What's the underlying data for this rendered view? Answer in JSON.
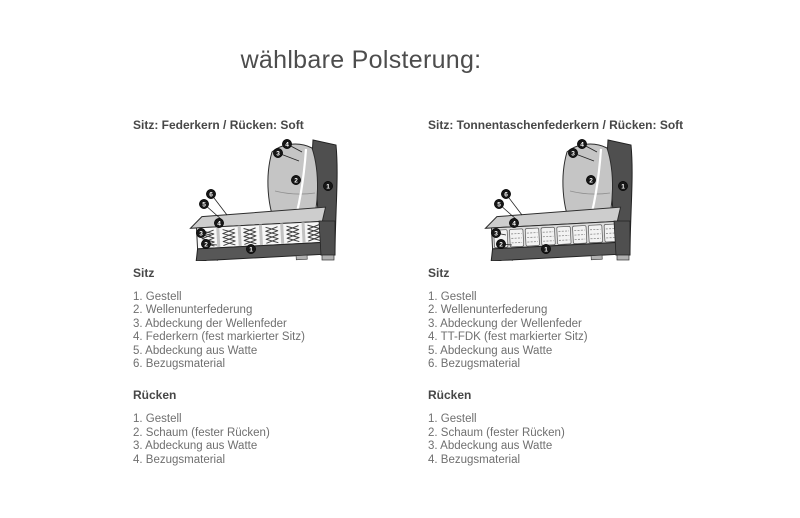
{
  "page": {
    "title": "wählbare Polsterung:"
  },
  "colors": {
    "background": "#ffffff",
    "title_text": "#4d4d4d",
    "heading_text": "#474747",
    "body_text": "#6f6f6f",
    "frame_dark": "#4f4f4f",
    "cushion_gray": "#c5c5c5",
    "springs_white": "#f7f7f7",
    "callout_black": "#161616"
  },
  "columns": [
    {
      "heading": "Sitz: Federkern / Rücken: Soft",
      "diagram": {
        "type": "sofa-cross-section-federkern",
        "back_callouts": [
          "4",
          "3",
          "2",
          "1"
        ],
        "seat_callouts": [
          "6",
          "5",
          "4",
          "3",
          "2",
          "1"
        ]
      },
      "sections": [
        {
          "heading": "Sitz",
          "items": [
            "1. Gestell",
            "2. Wellenunterfederung",
            "3. Abdeckung der Wellenfeder",
            "4. Federkern (fest markierter Sitz)",
            "5. Abdeckung aus Watte",
            "6. Bezugsmaterial"
          ]
        },
        {
          "heading": "Rücken",
          "items": [
            "1. Gestell",
            "2. Schaum (fester Rücken)",
            "3. Abdeckung aus Watte",
            "4. Bezugsmaterial"
          ]
        }
      ]
    },
    {
      "heading": "Sitz: Tonnentaschenfederkern / Rücken: Soft",
      "diagram": {
        "type": "sofa-cross-section-tonnentaschenfederkern",
        "back_callouts": [
          "4",
          "3",
          "2",
          "1"
        ],
        "seat_callouts": [
          "6",
          "5",
          "4",
          "3",
          "2",
          "1"
        ]
      },
      "sections": [
        {
          "heading": "Sitz",
          "items": [
            "1. Gestell",
            "2. Wellenunterfederung",
            "3. Abdeckung der Wellenfeder",
            "4. TT-FDK (fest markierter Sitz)",
            "5. Abdeckung aus Watte",
            "6. Bezugsmaterial"
          ]
        },
        {
          "heading": "Rücken",
          "items": [
            "1. Gestell",
            "2. Schaum (fester Rücken)",
            "3. Abdeckung aus Watte",
            "4. Bezugsmaterial"
          ]
        }
      ]
    }
  ]
}
